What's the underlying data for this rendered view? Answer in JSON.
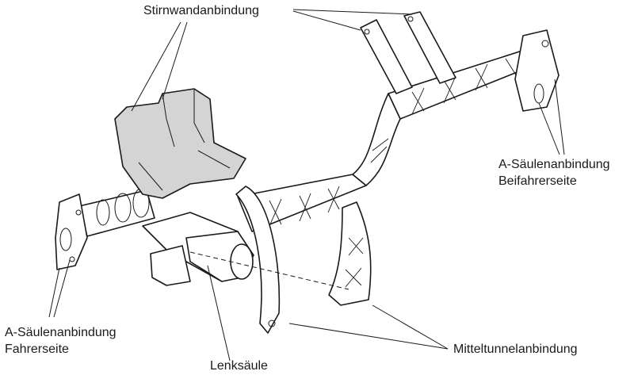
{
  "labels": {
    "stirnwand": "Stirnwandanbindung",
    "a_saeule_beifahrer_1": "A-Säulenanbindung",
    "a_saeule_beifahrer_2": "Beifahrerseite",
    "a_saeule_fahrer_1": "A-Säulenanbindung",
    "a_saeule_fahrer_2": "Fahrerseite",
    "lenksaeule": "Lenksäule",
    "mitteltunnel": "Mitteltunnelanbindung"
  },
  "colors": {
    "line": "#1a1a1a",
    "fill": "#ffffff",
    "highlight": "#d4d4d4"
  }
}
